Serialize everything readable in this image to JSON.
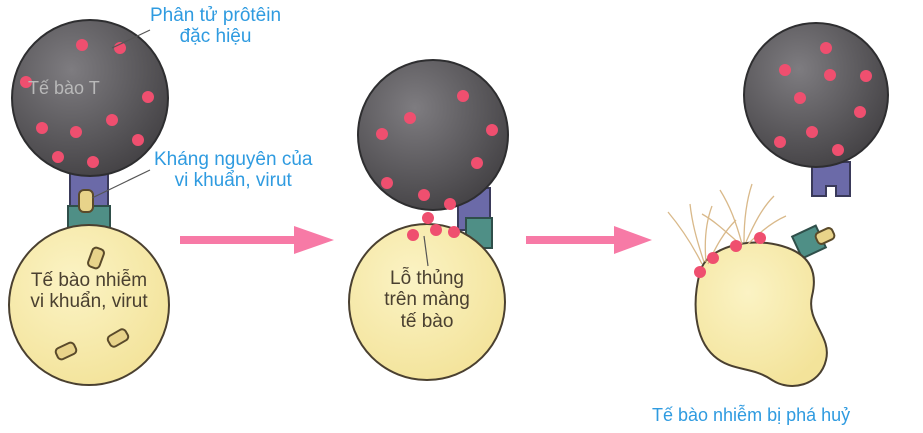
{
  "colors": {
    "t_cell": "#5c5a5c",
    "infected_cell": "#f7eba8",
    "protein_dot": "#ef4f6f",
    "arrow": "#f77aa6",
    "label_blue": "#2f9be0",
    "receptor": "#6b6aa8",
    "antigen_holder": "#4f8f86"
  },
  "icons": [
    "t-cell-sphere",
    "infected-cell-sphere",
    "protein-dot",
    "antigen-capsule",
    "process-arrow"
  ],
  "labels": {
    "protein": [
      "Phân tử prôtêin",
      "đặc hiệu"
    ],
    "t_cell": "Tế bào T",
    "antigen": [
      "Kháng nguyên của",
      "vi khuẩn, virut"
    ],
    "infected_cell": [
      "Tế bào nhiễm",
      "vi khuẩn, virut"
    ],
    "membrane_hole": [
      "Lỗ thủng",
      "trên màng",
      "tế bào"
    ],
    "destroyed": "Tế bào nhiễm bị phá huỷ"
  }
}
